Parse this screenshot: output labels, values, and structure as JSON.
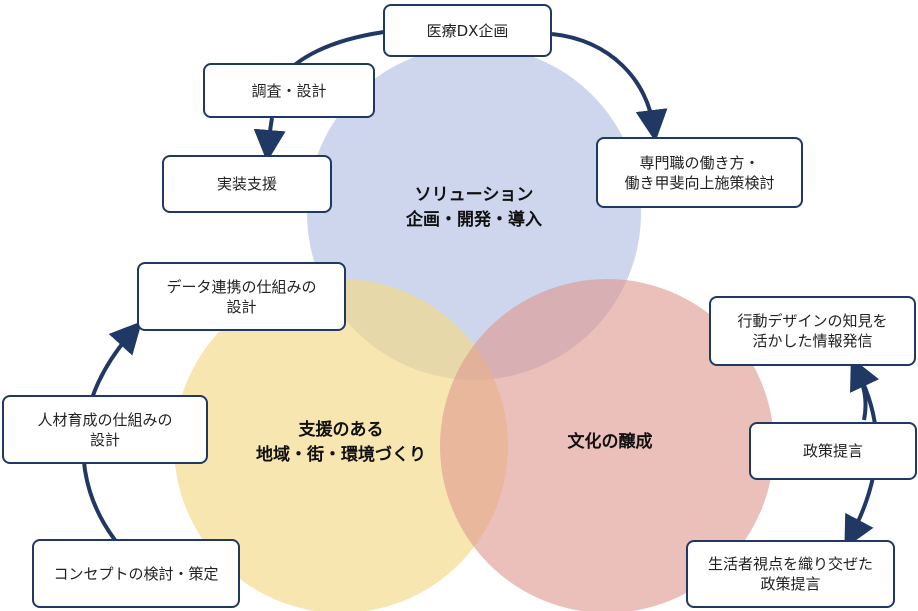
{
  "circles": {
    "solution": {
      "line1": "ソリューション",
      "line2": "企画・開発・導入",
      "color": "#c5cde9"
    },
    "support": {
      "line1": "支援のある",
      "line2": "地域・街・環境づくり",
      "color": "#f6df99"
    },
    "culture": {
      "line1": "文化の醸成",
      "color": "#e3a59d"
    }
  },
  "boxes": {
    "medical_dx": "医療DX企画",
    "research_design": "調査・設計",
    "implementation_support": "実装支援",
    "professional_work_line1": "専門職の働き方・",
    "professional_work_line2": "働き甲斐向上施策検討",
    "data_link_line1": "データ連携の仕組みの",
    "data_link_line2": "設計",
    "hr_dev_line1": "人材育成の仕組みの",
    "hr_dev_line2": "設計",
    "concept": "コンセプトの検討・策定",
    "behavior_design_line1": "行動デザインの知見を",
    "behavior_design_line2": "活かした情報発信",
    "policy_proposal": "政策提言",
    "citizen_view_line1": "生活者視点を織り交ぜた",
    "citizen_view_line2": "政策提言"
  },
  "colors": {
    "arrow": "#1f3864",
    "box_border": "#1f3864"
  }
}
